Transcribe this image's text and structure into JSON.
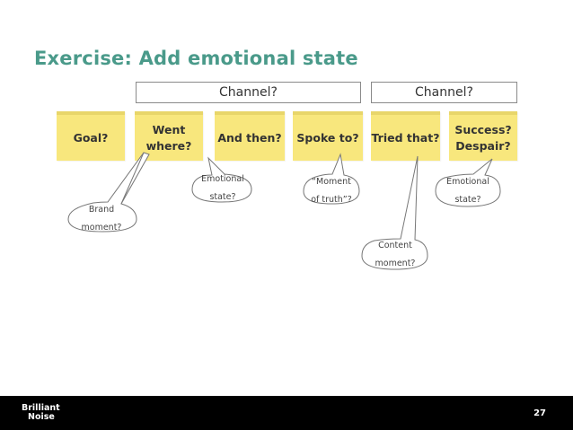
{
  "title": "Exercise: Add emotional state",
  "channels": [
    "Channel?",
    "Channel?"
  ],
  "notes": [
    {
      "line1": "Goal?",
      "line2": ""
    },
    {
      "line1": "Went",
      "line2": "where?"
    },
    {
      "line1": "And then?",
      "line2": ""
    },
    {
      "line1": "Spoke to?",
      "line2": ""
    },
    {
      "line1": "Tried that?",
      "line2": ""
    },
    {
      "line1": "Success?",
      "line2": "Despair?"
    }
  ],
  "bubbles": {
    "brand": {
      "line1": "Brand",
      "line2": "moment?"
    },
    "emotional1": {
      "line1": "Emotional",
      "line2": "state?"
    },
    "moment_truth": {
      "line1": "“Moment",
      "line2": "of truth”?"
    },
    "content": {
      "line1": "Content",
      "line2": "moment?"
    },
    "emotional2": {
      "line1": "Emotional",
      "line2": "state?"
    }
  },
  "logo": {
    "line1": "Brilliant",
    "line2": "Noise"
  },
  "page_number": "27"
}
